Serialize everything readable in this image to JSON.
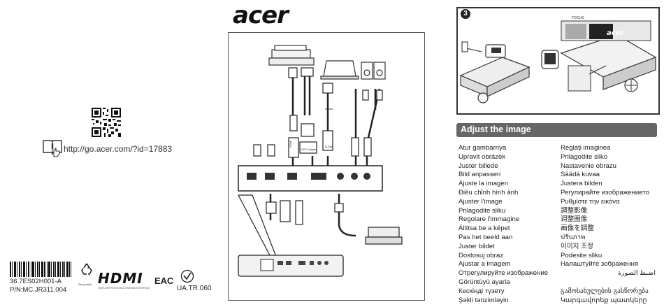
{
  "brand": {
    "logo_text": "acer"
  },
  "link": {
    "url": "http://go.acer.com/?id=17883"
  },
  "codes": {
    "part_number_1": "36.7ES02H001-A",
    "part_number_2": "P/N:MC.JR311.004",
    "ua_label": "UA.TR.060",
    "eac_label": "EAC",
    "hdmi_label": "HDMI",
    "hdmi_tagline": "HIGH-DEFINITION MULTIMEDIA INTERFACE",
    "recycle_label": "Recyclable"
  },
  "diagram": {
    "port_labels": [
      "HDMI",
      "D-Sub",
      "D-Sub",
      "HDTV adapter"
    ]
  },
  "step3": {
    "number": "3",
    "focus_label": "FOCUS",
    "plate_logo": "acer"
  },
  "adjust": {
    "title": "Adjust the image",
    "col1": [
      "Atur gambarnya",
      "Upravit obrázek",
      "Juster billede",
      "Bild anpassen",
      "Ajuste la imagen",
      "Điều chỉnh hình ảnh",
      "Ajuster l'image",
      "Prilagodite sliku",
      "Regolare l'immagine",
      "Állítsa be a képet",
      "Pas het beeld aan",
      "Juster bildet",
      "Dostosuj obraz",
      "Ajustar a imagem",
      "Отрегулируйте изображение",
      "Görüntüyü ayarla",
      "Кескінді түзету",
      "Şəkli tənzimləyin"
    ],
    "col2": [
      "Reglaţi imaginea",
      "Prilagodite sliko",
      "Nastavenie obrazu",
      "Säädä kuvaa",
      "Justera bilden",
      "Регулирайте изображението",
      "Ρυθμίστε την εικόνα",
      "調整影像",
      "调整图像",
      "画像を調整",
      "ปรับภาพ",
      "이미지 조정",
      "Podesite sliku",
      "Налаштуйте зображення",
      "اضبط الصورة",
      "",
      "გამოსახულების გასწორება",
      "Կարգավորեք պատկերը"
    ]
  }
}
